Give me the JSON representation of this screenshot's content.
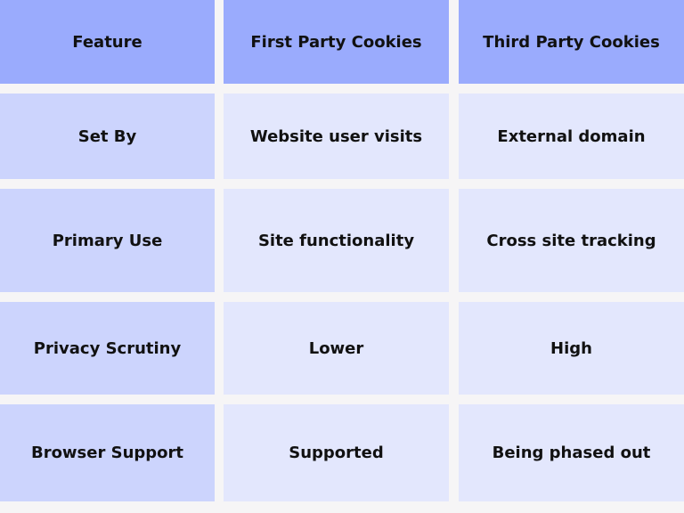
{
  "table": {
    "headers": [
      "Feature",
      "First Party Cookies",
      "Third Party Cookies"
    ],
    "rows": [
      [
        "Set By",
        "Website user visits",
        "External domain"
      ],
      [
        "Primary Use",
        "Site functionality",
        "Cross site tracking"
      ],
      [
        "Privacy Scrutiny",
        "Lower",
        "High"
      ],
      [
        "Browser Support",
        "Supported",
        "Being phased out"
      ]
    ]
  },
  "colors": {
    "header_bg": "#9aabfd",
    "first_column_bg": "#ccd4fd",
    "body_bg": "#e3e7fd",
    "gap": "#f6f5f6",
    "text": "#111111"
  }
}
